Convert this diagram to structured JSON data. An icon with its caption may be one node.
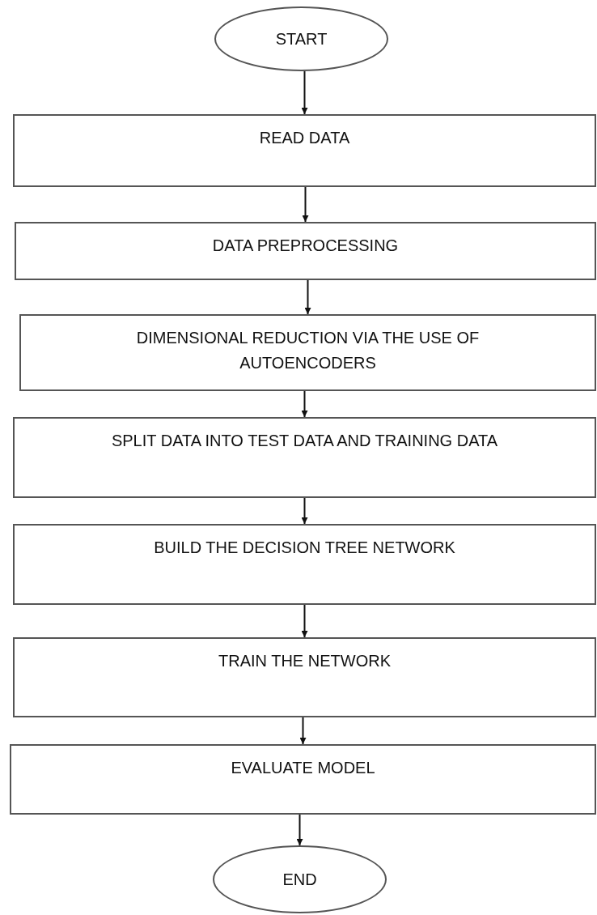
{
  "diagram": {
    "nodes": [
      {
        "text": [
          "START"
        ]
      },
      {
        "text": [
          "READ DATA"
        ]
      },
      {
        "text": [
          "DATA PREPROCESSING"
        ]
      },
      {
        "text": [
          "DIMENSIONAL REDUCTION VIA THE USE OF AUTOENCODERS"
        ]
      },
      {
        "text": [
          "SPLIT DATA INTO TEST DATA AND TRAINING DATA"
        ]
      },
      {
        "text": [
          "BUILD THE DECISION TREE NETWORK"
        ]
      },
      {
        "text": [
          "TRAIN THE NETWORK"
        ]
      },
      {
        "text": [
          "EVALUATE MODEL"
        ]
      },
      {
        "text": [
          "END"
        ]
      }
    ],
    "edges": [
      {
        "from": 0,
        "to": 1,
        "arrow": "to"
      },
      {
        "from": 1,
        "to": 2,
        "arrow": "to"
      },
      {
        "from": 2,
        "to": 3,
        "arrow": "to"
      },
      {
        "from": 3,
        "to": 4,
        "arrow": "to"
      },
      {
        "from": 4,
        "to": 5,
        "arrow": "to"
      },
      {
        "from": 5,
        "to": 6,
        "arrow": "to"
      },
      {
        "from": 6,
        "to": 7,
        "arrow": "to"
      },
      {
        "from": 7,
        "to": 8,
        "arrow": "to"
      }
    ]
  }
}
